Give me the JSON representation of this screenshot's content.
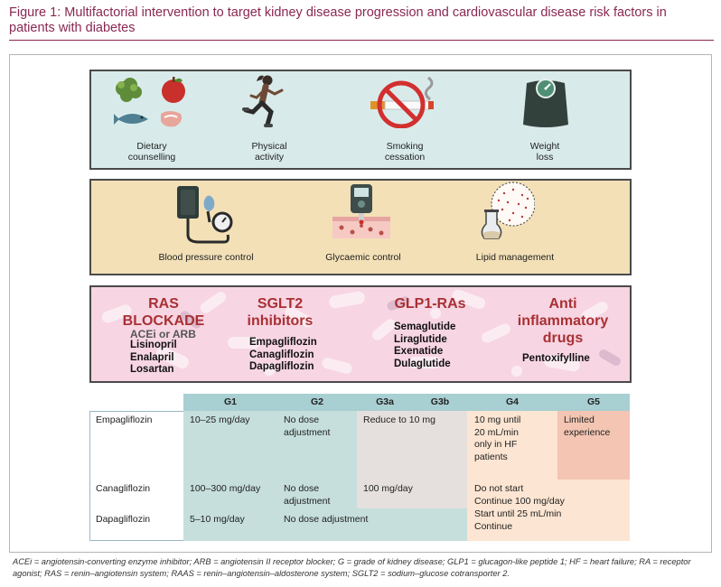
{
  "figure": {
    "title": "Figure 1: Multifactorial intervention to target kidney disease progression and cardiovascular disease risk factors in patients with diabetes"
  },
  "lifestyle": {
    "items": [
      {
        "label": "Dietary\ncounselling",
        "icon": "food-icon"
      },
      {
        "label": "Physical\nactivity",
        "icon": "runner-icon"
      },
      {
        "label": "Smoking\ncessation",
        "icon": "no-smoking-icon"
      },
      {
        "label": "Weight\nloss",
        "icon": "scale-icon"
      }
    ]
  },
  "medical": {
    "items": [
      {
        "label": "Blood pressure control",
        "icon": "blood-pressure-monitor-icon"
      },
      {
        "label": "Glycaemic control",
        "icon": "glucometer-icon"
      },
      {
        "label": "Lipid management",
        "icon": "lipid-flask-icon"
      }
    ]
  },
  "drugs": {
    "ras": {
      "title": "RAS\nBLOCKADE",
      "subtitle": "ACEi or ARB",
      "items": [
        "Lisinopril",
        "Enalapril",
        "Losartan"
      ]
    },
    "sglt2": {
      "title": "SGLT2\ninhibitors",
      "items": [
        "Empagliflozin",
        "Canagliflozin",
        "Dapagliflozin"
      ]
    },
    "glp1": {
      "title": "GLP1-RAs",
      "items": [
        "Semaglutide",
        "Liraglutide",
        "Exenatide",
        "Dulaglutide"
      ]
    },
    "antiinflam": {
      "title": "Anti\ninflammatory\ndrugs",
      "items": [
        "Pentoxifylline"
      ]
    }
  },
  "table": {
    "headers": [
      "G1",
      "G2",
      "G3a",
      "G3b",
      "G4",
      "G5"
    ],
    "rows": {
      "empa": {
        "name": "Empagliflozin",
        "g1": "10–25 mg/day",
        "g2": "No dose\nadjustment",
        "g3": "Reduce to 10 mg",
        "g4": "10 mg until\n20 mL/min\nonly in HF\npatients",
        "g5": "Limited\nexperience"
      },
      "cana": {
        "name": "Canagliflozin",
        "g1": "100–300 mg/day",
        "g2": "No dose\nadjustment",
        "g3": "100 mg/day",
        "g4": "Do not start\nContinue 100 mg/day"
      },
      "dapa": {
        "name": "Dapagliflozin",
        "g1": "5–10 mg/day",
        "g2": "No dose adjustment",
        "g4": "Start until 25 mL/min\nContinue"
      }
    }
  },
  "footnote": "ACEi = angiotensin-converting enzyme inhibitor; ARB = angiotensin II receptor blocker; G = grade of kidney disease; GLP1 = glucagon-like peptide 1; HF = heart failure; RA = receptor agonist; RAS = renin–angiotensin system; RAAS = renin–angiotensin–aldosterone system; SGLT2 = sodium–glucose cotransporter 2.",
  "colors": {
    "title": "#8a2750",
    "lifestyle_bg": "#d8ebea",
    "medical_bg": "#f3e0b7",
    "drugs_bg": "#f7d5e3",
    "drug_title": "#a93033",
    "table_header": "#a8cfd2",
    "table_teal": "#c6dfdc",
    "table_grey": "#e5e0dd",
    "table_peach": "#fce5d2",
    "table_salmon": "#f3c5b2"
  }
}
